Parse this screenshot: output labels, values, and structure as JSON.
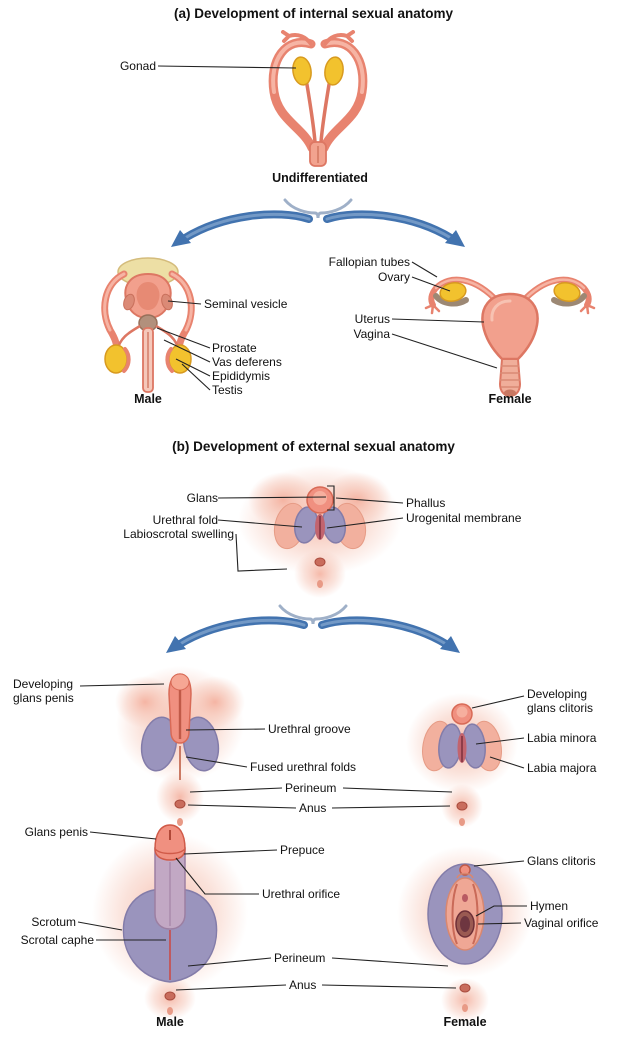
{
  "palette": {
    "salmon": "#F09080",
    "salmon_light": "#F6B4A4",
    "salmon_dark": "#D86A56",
    "gonad_yellow": "#F2C22E",
    "swelling_purple": "#9A94BD",
    "arrow_blue": "#4273AF",
    "leader_line": "#222222",
    "background": "#FFFFFF"
  },
  "section_a": {
    "title": "(a) Development of internal sexual anatomy",
    "gonad": "Gonad",
    "undifferentiated_label": "Undifferentiated",
    "male": {
      "heading": "Male",
      "seminal_vesicle": "Seminal vesicle",
      "prostate": "Prostate",
      "vas_deferens": "Vas deferens",
      "epididymis": "Epididymis",
      "testis": "Testis"
    },
    "female": {
      "heading": "Female",
      "fallopian_tubes": "Fallopian tubes",
      "ovary": "Ovary",
      "uterus": "Uterus",
      "vagina": "Vagina"
    }
  },
  "section_b": {
    "title": "(b) Development of external sexual anatomy",
    "undifferentiated": {
      "glans": "Glans",
      "phallus": "Phallus",
      "urethral_fold": "Urethral fold",
      "urogenital_membrane": "Urogenital membrane",
      "labioscrotal_swelling": "Labioscrotal swelling"
    },
    "developing": {
      "glans_penis": "Developing glans penis",
      "urethral_groove": "Urethral groove",
      "fused_urethral_folds": "Fused urethral folds",
      "perineum": "Perineum",
      "anus": "Anus",
      "glans_clitoris": "Developing glans clitoris",
      "labia_minora": "Labia minora",
      "labia_majora": "Labia majora"
    },
    "mature": {
      "male_heading": "Male",
      "female_heading": "Female",
      "glans_penis": "Glans penis",
      "prepuce": "Prepuce",
      "urethral_orifice": "Urethral orifice",
      "scrotum": "Scrotum",
      "scrotal_raphe": "Scrotal caphe",
      "perineum": "Perineum",
      "anus": "Anus",
      "glans_clitoris": "Glans clitoris",
      "hymen": "Hymen",
      "vaginal_orifice": "Vaginal orifice"
    }
  }
}
